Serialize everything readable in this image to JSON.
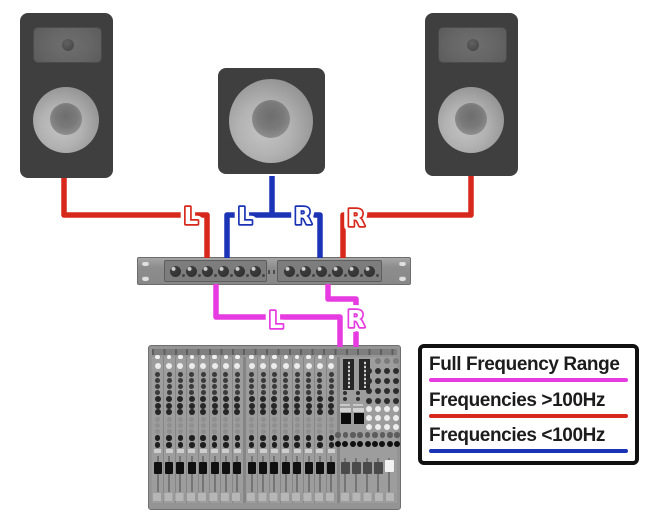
{
  "wires": {
    "labels": {
      "left": "L",
      "right": "R"
    },
    "colors": {
      "full_range": "#E63BE0",
      "high_pass": "#D7281C",
      "low_pass": "#1B33B5"
    }
  },
  "legend": {
    "items": [
      {
        "label": "Full Frequency Range",
        "color": "#E63BE0"
      },
      {
        "label": "Frequencies >100Hz",
        "color": "#D7281C"
      },
      {
        "label": "Frequencies <100Hz",
        "color": "#1B33B5"
      }
    ]
  }
}
